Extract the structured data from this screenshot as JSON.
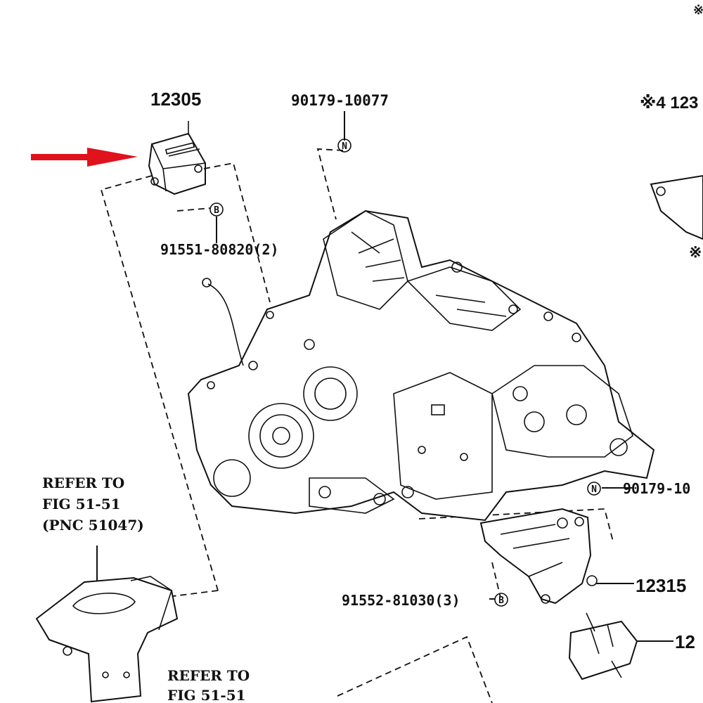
{
  "labels": {
    "part_top_bracket": "12305",
    "bolt_n_top": "90179-10077",
    "bolt_b_top": "91551-80820(2)",
    "top_right_partial": "※4 123",
    "top_right_corner": "※",
    "right_mid_partial": "※",
    "bolt_n_right": "90179-10",
    "part_right_mount": "12315",
    "bolt_b_bottom": "91552-81030(3)",
    "right_bottom_partial": "12",
    "refer_a_line1": "REFER TO",
    "refer_a_line2": "FIG 51-51",
    "refer_a_line3": "(PNC 51047)",
    "refer_b_line1": "REFER TO",
    "refer_b_line2": "FIG 51-51"
  },
  "markers": {
    "n": "N",
    "b": "B"
  },
  "colors": {
    "arrow": "#e0121b",
    "ink": "#111111"
  }
}
